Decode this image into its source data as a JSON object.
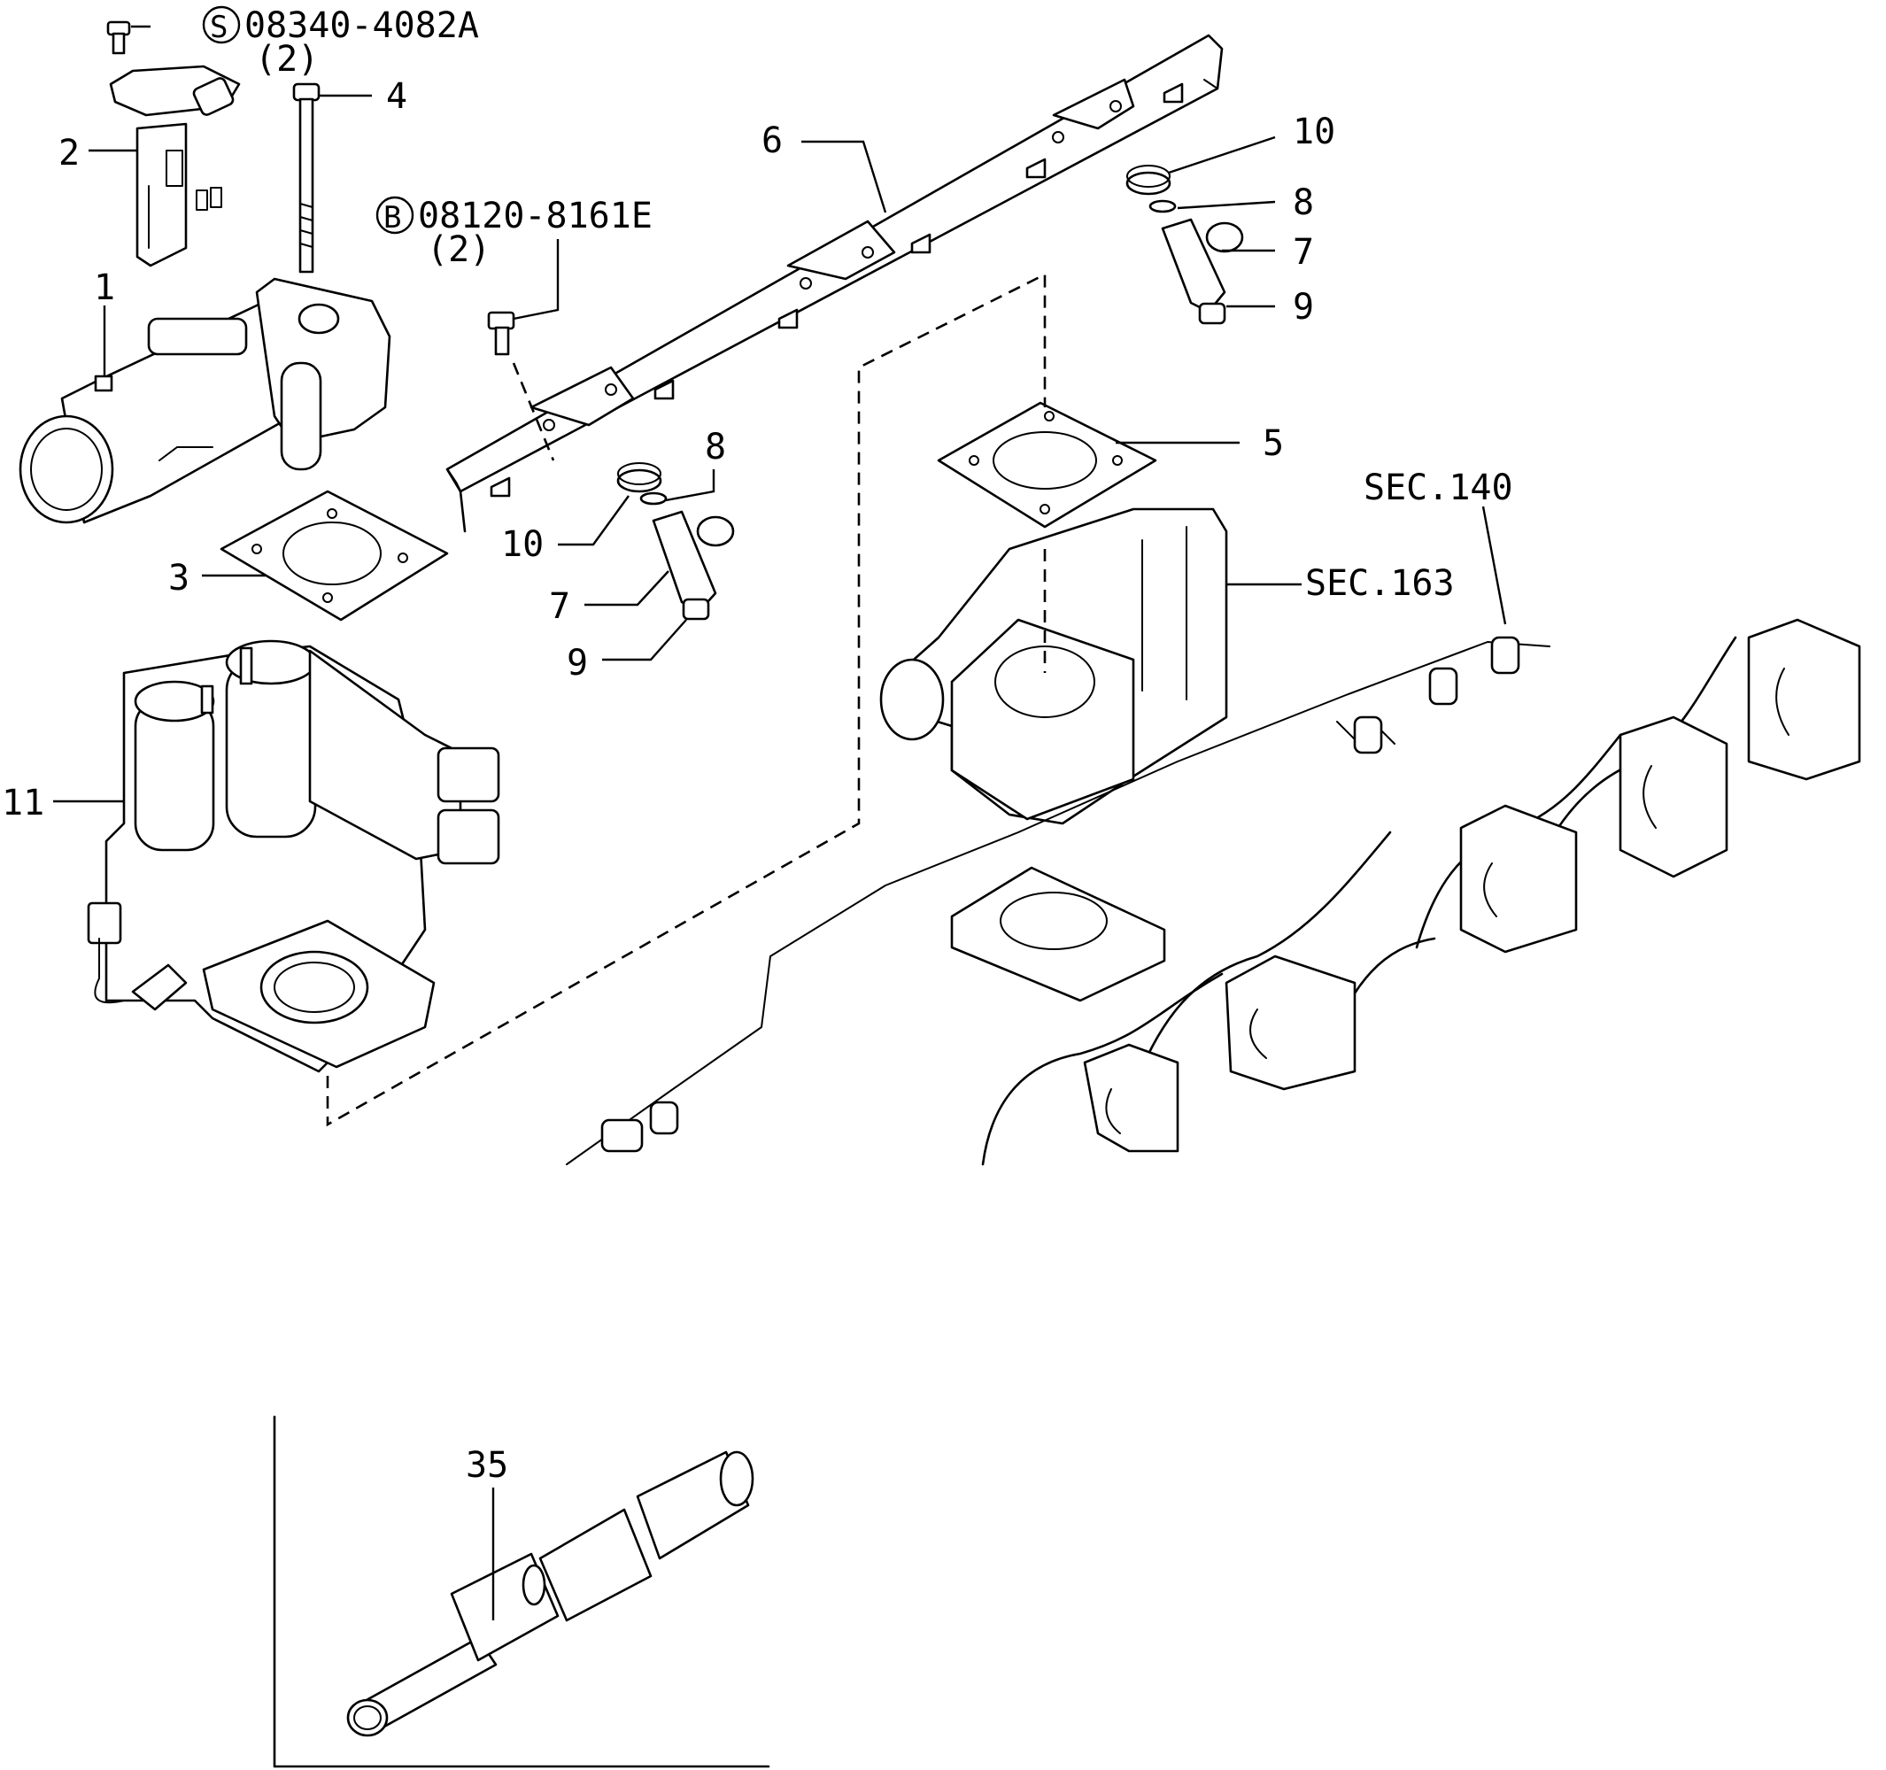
{
  "callouts": {
    "p1": "1",
    "p2": "2",
    "p3": "3",
    "p4": "4",
    "p5": "5",
    "p6": "6",
    "p7a": "7",
    "p7b": "7",
    "p8a": "8",
    "p8b": "8",
    "p9a": "9",
    "p9b": "9",
    "p10a": "10",
    "p10b": "10",
    "p11": "11",
    "p35": "35"
  },
  "fasteners": {
    "screw_symbol": "S",
    "screw_part": "08340-4082A",
    "screw_qty": "(2)",
    "bolt_symbol": "B",
    "bolt_part": "08120-8161E",
    "bolt_qty": "(2)"
  },
  "section_refs": {
    "sec140": "SEC.140",
    "sec163": "SEC.163"
  }
}
